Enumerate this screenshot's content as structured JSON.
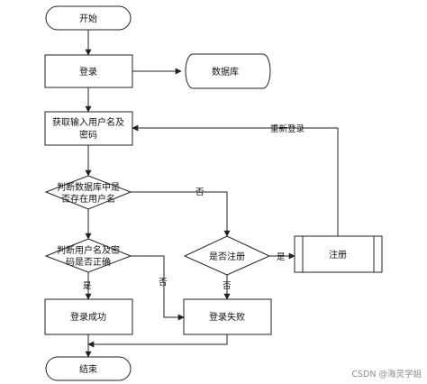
{
  "nodes": {
    "start": "开始",
    "login": "登录",
    "database": "数据库",
    "get_input_l1": "获取输入用户名及",
    "get_input_l2": "密码",
    "check_exist_l1": "判断数据库中是",
    "check_exist_l2": "否存在用户名",
    "check_pwd_l1": "判断用户名及密",
    "check_pwd_l2": "码是否正确",
    "register_q": "是否注册",
    "register": "注册",
    "login_success": "登录成功",
    "login_fail": "登录失败",
    "end": "结束"
  },
  "edges": {
    "relogin": "重新登录",
    "no_1": "否",
    "no_2": "否",
    "yes_1": "是",
    "yes_2": "是",
    "no_3": "否"
  },
  "watermark": "CSDN @海灵学姐"
}
